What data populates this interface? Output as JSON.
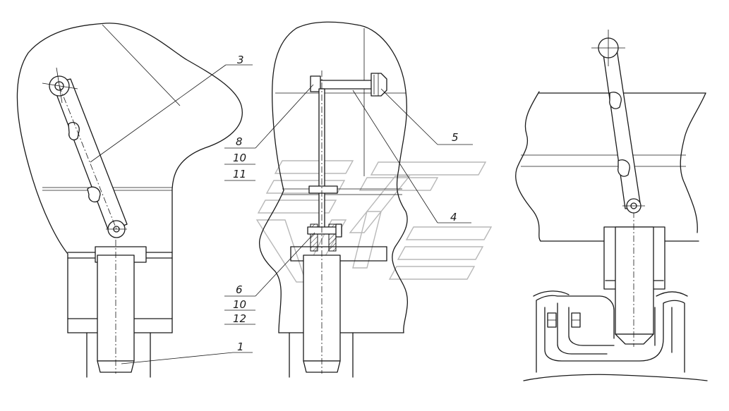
{
  "view_left": {
    "callouts": [
      {
        "id": "callout-3",
        "text": "3"
      },
      {
        "id": "callout-1",
        "text": "1"
      }
    ]
  },
  "view_middle": {
    "callouts": [
      {
        "id": "callout-5",
        "text": "5"
      },
      {
        "id": "callout-4",
        "text": "4"
      }
    ],
    "stack_upper": [
      "8",
      "10",
      "11"
    ],
    "stack_lower": [
      "6",
      "10",
      "12"
    ]
  },
  "view_right": {
    "callouts": []
  },
  "watermark": {
    "icon": "logo-watermark",
    "color": "#b8b8b8"
  },
  "colors": {
    "line": "#1a1a1a",
    "background": "#ffffff"
  }
}
